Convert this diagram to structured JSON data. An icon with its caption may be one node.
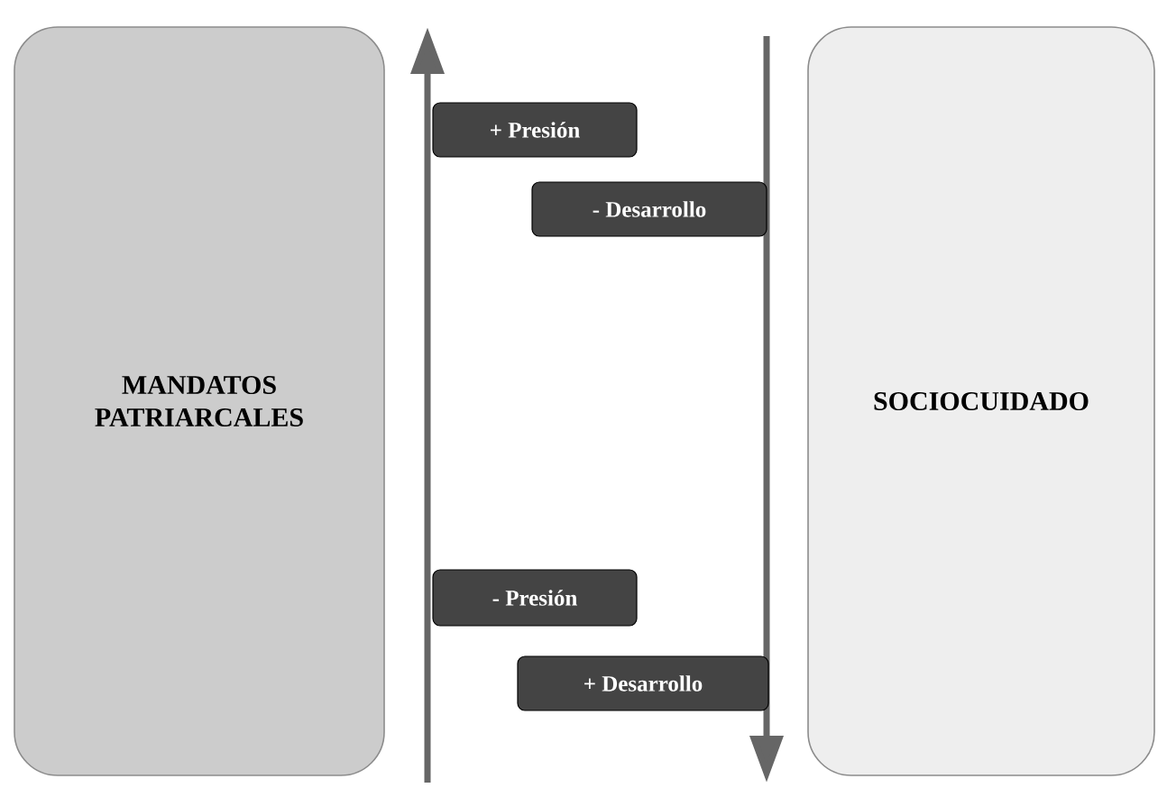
{
  "diagram": {
    "nodes": [
      {
        "text": [
          "MANDATOS PATRIARCALES"
        ]
      },
      {
        "text": [
          "SOCIOCUIDADO"
        ]
      },
      {
        "text": [
          "+ Presión"
        ]
      },
      {
        "text": [
          "- Desarrollo"
        ]
      },
      {
        "text": [
          "- Presión"
        ]
      },
      {
        "text": [
          "+ Desarrollo"
        ]
      }
    ]
  }
}
